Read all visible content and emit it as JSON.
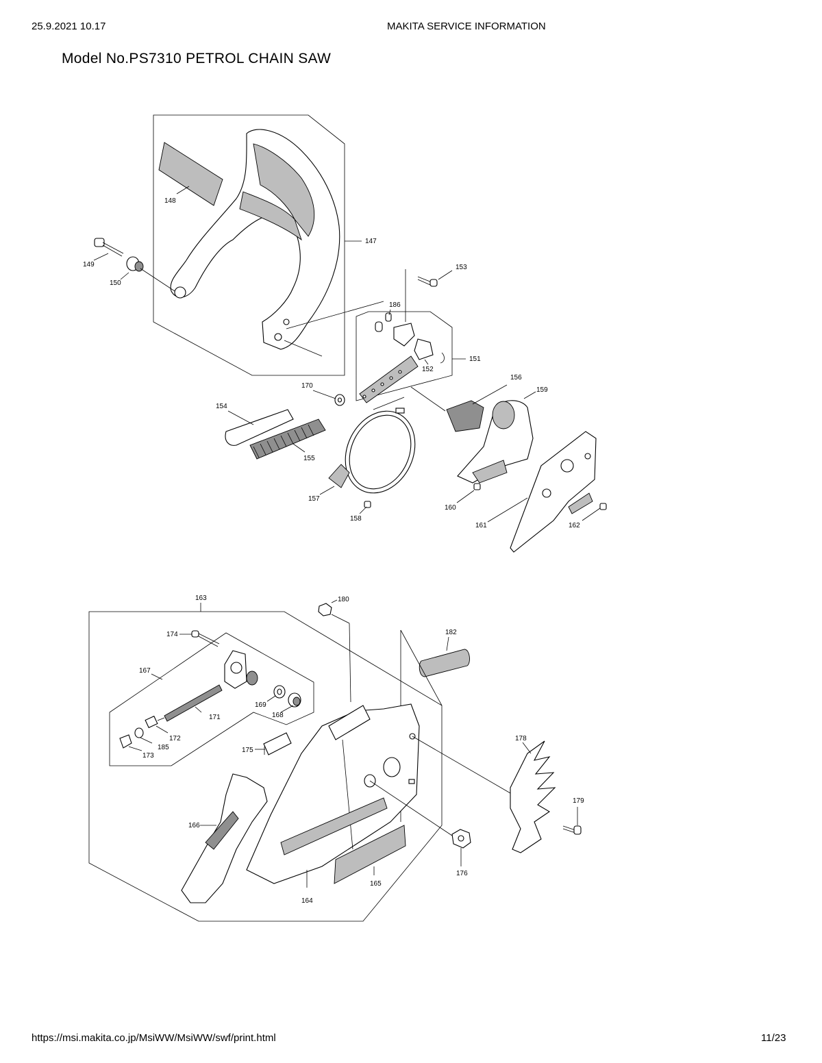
{
  "header": {
    "date": "25.9.2021 10.17",
    "title": "MAKITA SERVICE INFORMATION"
  },
  "model_title": "Model No.PS7310 PETROL CHAIN SAW",
  "footer": {
    "url": "https://msi.makita.co.jp/MsiWW/MsiWW/swf/print.html",
    "page": "11/23"
  },
  "parts": {
    "p147": "147",
    "p148": "148",
    "p149": "149",
    "p150": "150",
    "p151": "151",
    "p152": "152",
    "p153": "153",
    "p154": "154",
    "p155": "155",
    "p156": "156",
    "p157": "157",
    "p158": "158",
    "p159": "159",
    "p160": "160",
    "p161": "161",
    "p162": "162",
    "p163": "163",
    "p164": "164",
    "p165": "165",
    "p166": "166",
    "p167": "167",
    "p168": "168",
    "p169": "169",
    "p170": "170",
    "p171": "171",
    "p172": "172",
    "p173": "173",
    "p174": "174",
    "p175": "175",
    "p176": "176",
    "p178": "178",
    "p179": "179",
    "p180": "180",
    "p182": "182",
    "p185": "185",
    "p186": "186"
  }
}
